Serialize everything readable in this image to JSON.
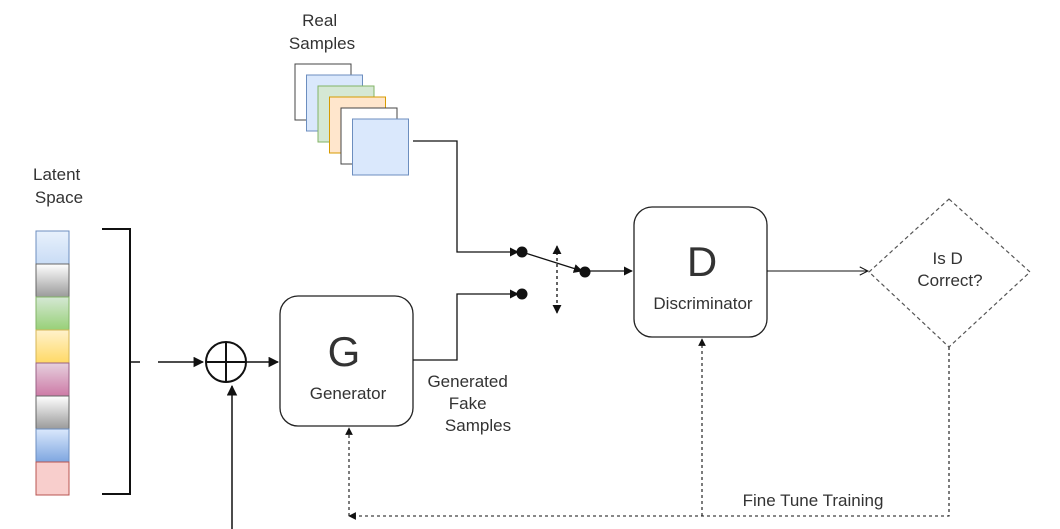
{
  "labels": {
    "real_samples": [
      "Real",
      "Samples"
    ],
    "latent_space": [
      "Latent",
      "Space"
    ],
    "generator_letter": "G",
    "generator_name": "Generator",
    "discriminator_letter": "D",
    "discriminator_name": "Discriminator",
    "fake_samples": [
      "Generated",
      "Fake",
      "Samples"
    ],
    "decision": [
      "Is D",
      "Correct?"
    ],
    "feedback": "Fine Tune Training"
  },
  "colors": {
    "line": "#111111",
    "text": "#333333",
    "box_border": "#222222",
    "decision_border": "#555555"
  },
  "real_sample_cards": [
    {
      "fill": "#ffffff",
      "stroke": "#444444"
    },
    {
      "fill": "#dae8fc",
      "stroke": "#6c8ebf"
    },
    {
      "fill": "#d5e8d4",
      "stroke": "#82b366"
    },
    {
      "fill": "#ffe6cc",
      "stroke": "#d79b00"
    },
    {
      "fill": "#ffffff",
      "stroke": "#444444"
    },
    {
      "fill": "#dae8fc",
      "stroke": "#6c8ebf"
    }
  ],
  "latent_cells": [
    {
      "name": "blue",
      "top": "#e8f1fc",
      "bottom": "#c9dcf5",
      "stroke": "#6c8ebf"
    },
    {
      "name": "gray",
      "top": "#ffffff",
      "bottom": "#9a9a9a",
      "stroke": "#666666"
    },
    {
      "name": "green",
      "top": "#d5e8d4",
      "bottom": "#97d077",
      "stroke": "#82b366"
    },
    {
      "name": "yellow",
      "top": "#fff2cc",
      "bottom": "#ffd966",
      "stroke": "#d6b656"
    },
    {
      "name": "pink",
      "top": "#e6d0de",
      "bottom": "#cd7aa6",
      "stroke": "#996185"
    },
    {
      "name": "gray",
      "top": "#ffffff",
      "bottom": "#9a9a9a",
      "stroke": "#666666"
    },
    {
      "name": "blue",
      "top": "#dae8fc",
      "bottom": "#7ea6e0",
      "stroke": "#6c8ebf"
    },
    {
      "name": "red",
      "top": "#f8cecc",
      "bottom": "#f8cecc",
      "stroke": "#b85450"
    }
  ]
}
